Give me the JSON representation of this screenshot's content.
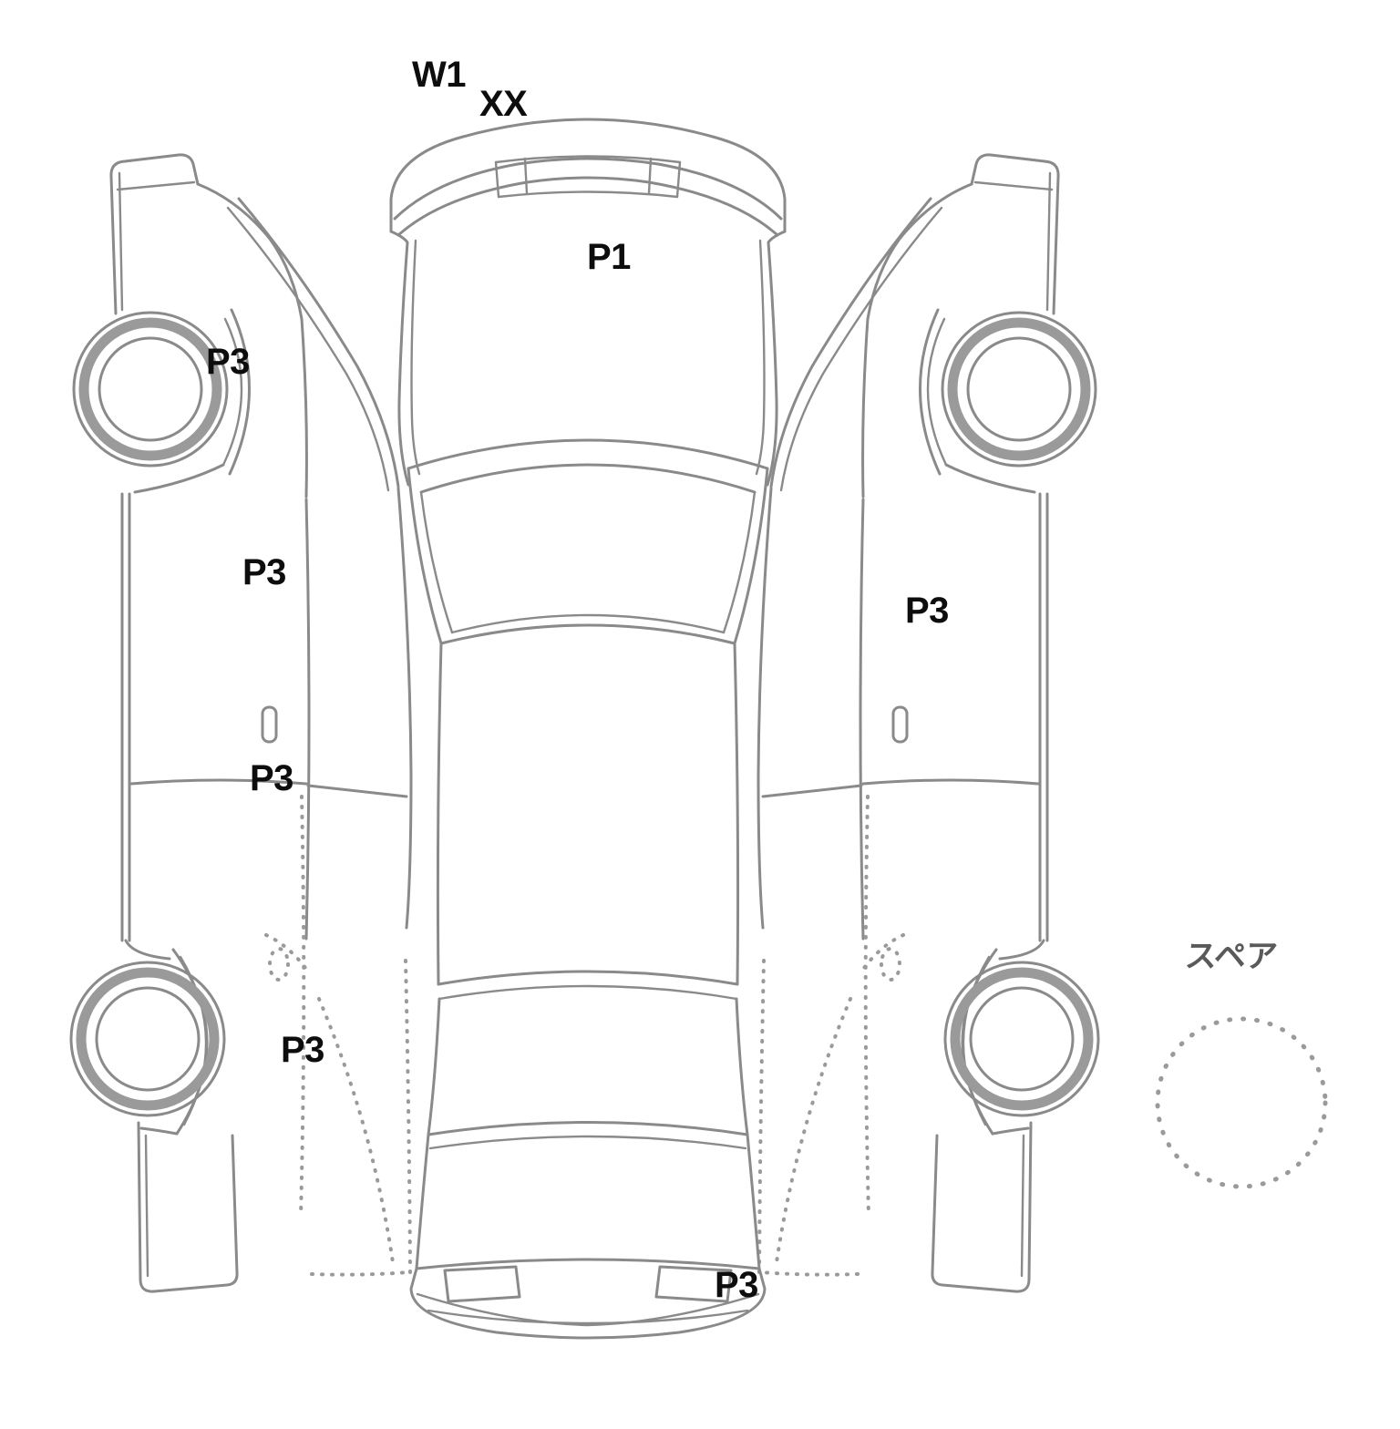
{
  "diagram": {
    "type": "vehicle-inspection-damage-diagram",
    "labels": {
      "w1": "W1",
      "xx": "XX",
      "p1_hood": "P1",
      "p3_left_front_wheel": "P3",
      "p3_left_front_door": "P3",
      "p3_left_rear_door": "P3",
      "p3_left_rear_wheel": "P3",
      "p3_right_front_door": "P3",
      "p3_rear_bumper": "P3",
      "spare": "スペア"
    },
    "colors": {
      "line": "#8a8a8a",
      "dotted_line": "#9a9a9a",
      "label_text": "#0d0d0d",
      "spare_label_text": "#5a5a5a",
      "background": "#ffffff"
    }
  }
}
